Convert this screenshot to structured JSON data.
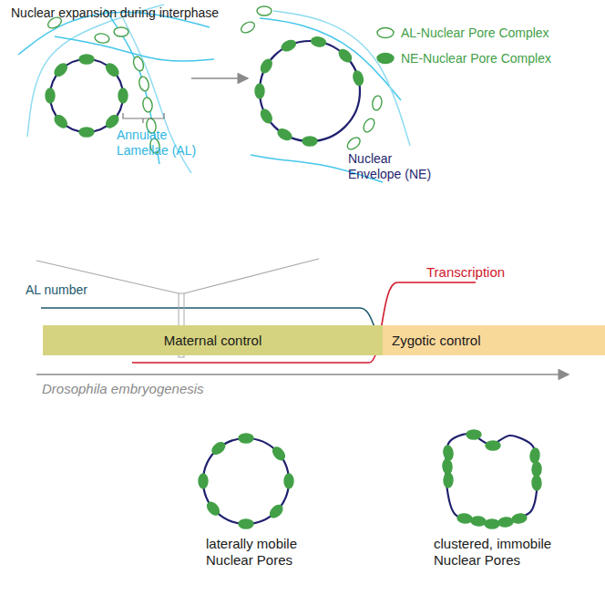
{
  "diagram": {
    "title": "Nuclear expansion during interphase",
    "nodes": [
      {
        "text": [
          "Maternal control"
        ]
      },
      {
        "text": [
          "Zygotic control"
        ]
      }
    ],
    "labels": [
      "Annulate Lamellae (AL)",
      "Nuclear Envelope (NE)",
      "AL number",
      "Transcription",
      "Drosophila embryogenesis",
      "laterally mobile Nuclear Pores",
      "clustered, immobile Nuclear Pores"
    ],
    "legend": [
      {
        "text": "AL-Nuclear Pore Complex"
      },
      {
        "text": "NE-Nuclear Pore Complex"
      }
    ]
  }
}
